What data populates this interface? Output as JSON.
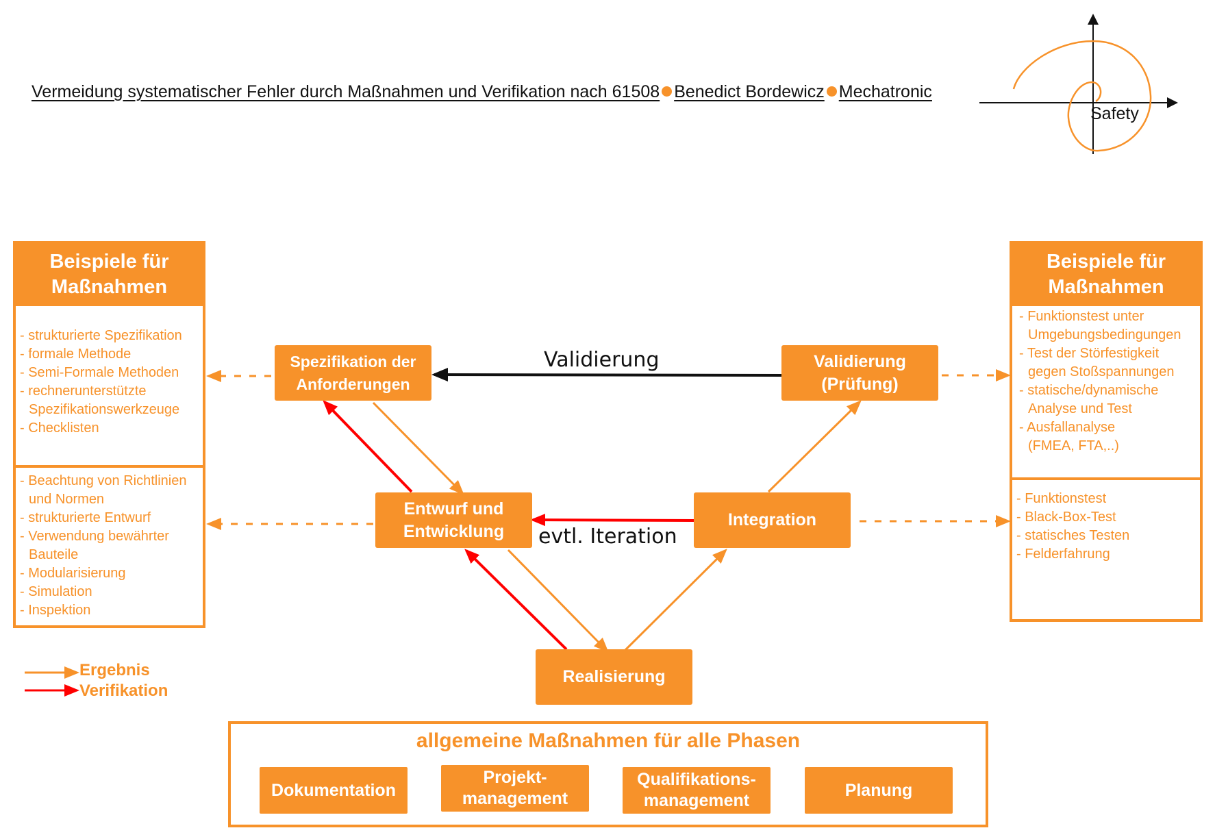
{
  "header": {
    "title": "Vermeidung systematischer Fehler durch Maßnahmen und Verifikation nach 61508",
    "author": "Benedict Bordewicz",
    "org": "Mechatronic",
    "logo_label": "Safety"
  },
  "colors": {
    "accent": "#f7922a",
    "verification": "#ff0000",
    "text": "#111111"
  },
  "left_panel": {
    "title_line1": "Beispiele für",
    "title_line2": "Maßnahmen",
    "section1": [
      "- strukturierte Spezifikation",
      "- formale Methode",
      "- Semi-Formale Methoden",
      "- rechnerunterstützte",
      "  Spezifikationswerkzeuge",
      "- Checklisten"
    ],
    "section2": [
      "- Beachtung von Richtlinien",
      "  und Normen",
      "- strukturierte Entwurf",
      "- Verwendung bewährter",
      "  Bauteile",
      "- Modularisierung",
      "- Simulation",
      "- Inspektion"
    ]
  },
  "right_panel": {
    "title_line1": "Beispiele für",
    "title_line2": "Maßnahmen",
    "section1": [
      "- Funktionstest unter",
      "  Umgebungsbedingungen",
      "- Test der Störfestigkeit",
      "  gegen Stoßspannungen",
      "- statische/dynamische",
      "  Analyse und Test",
      "- Ausfallanalyse",
      "  (FMEA, FTA,..)"
    ],
    "section2": [
      "- Funktionstest",
      "- Black-Box-Test",
      "- statisches Testen",
      "- Felderfahrung"
    ]
  },
  "phases": {
    "spec_line1": "Spezifikation der",
    "spec_line2": "Anforderungen",
    "validation_line1": "Validierung",
    "validation_line2": "(Prüfung)",
    "design_line1": "Entwurf und",
    "design_line2": "Entwicklung",
    "integration": "Integration",
    "realization": "Realisierung"
  },
  "edge_labels": {
    "validation": "Validierung",
    "iteration": "evtl. Iteration"
  },
  "legend": {
    "result": "Ergebnis",
    "verification": "Verifikation"
  },
  "general_measures": {
    "title": "allgemeine Maßnahmen für alle Phasen",
    "items": [
      {
        "line1": "Dokumentation",
        "line2": ""
      },
      {
        "line1": "Projekt-",
        "line2": "management"
      },
      {
        "line1": "Qualifikations-",
        "line2": "management"
      },
      {
        "line1": "Planung",
        "line2": ""
      }
    ]
  }
}
